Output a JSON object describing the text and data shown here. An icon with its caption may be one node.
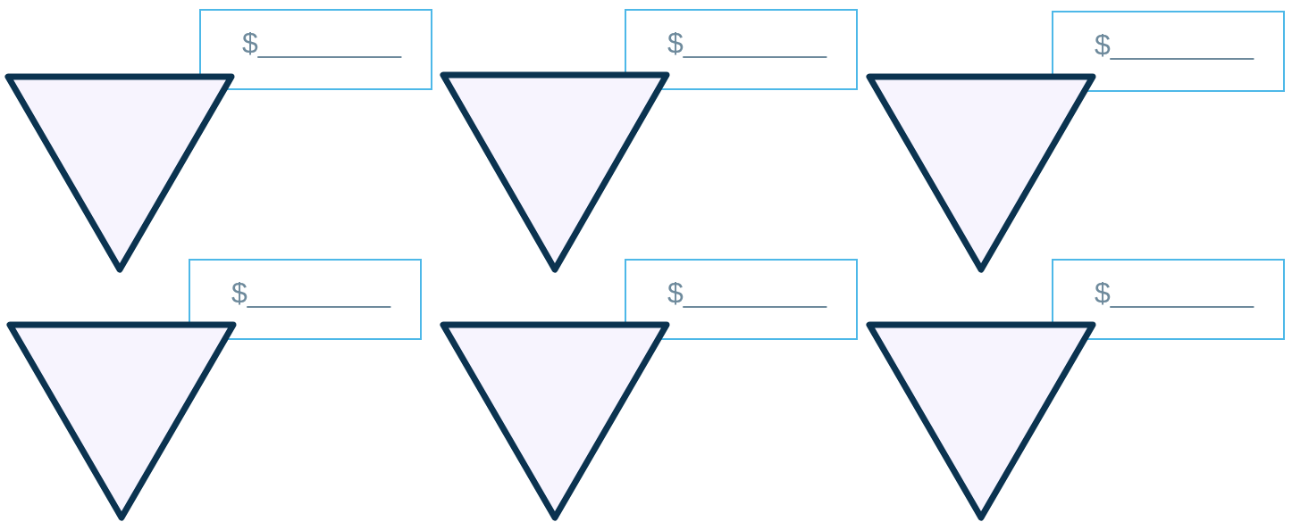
{
  "diagram": {
    "nodes": [
      {
        "text": [
          "$_________"
        ]
      },
      {
        "text": [],
        "shape": "triangle"
      },
      {
        "text": [
          "$_________"
        ]
      },
      {
        "text": [],
        "shape": "triangle"
      },
      {
        "text": [
          "$_________"
        ]
      },
      {
        "text": [],
        "shape": "triangle"
      },
      {
        "text": [
          "$_________"
        ]
      },
      {
        "text": [],
        "shape": "triangle"
      },
      {
        "text": [
          "$_________"
        ]
      },
      {
        "text": [],
        "shape": "triangle"
      },
      {
        "text": [
          "$_________"
        ]
      },
      {
        "text": [],
        "shape": "triangle"
      }
    ]
  }
}
